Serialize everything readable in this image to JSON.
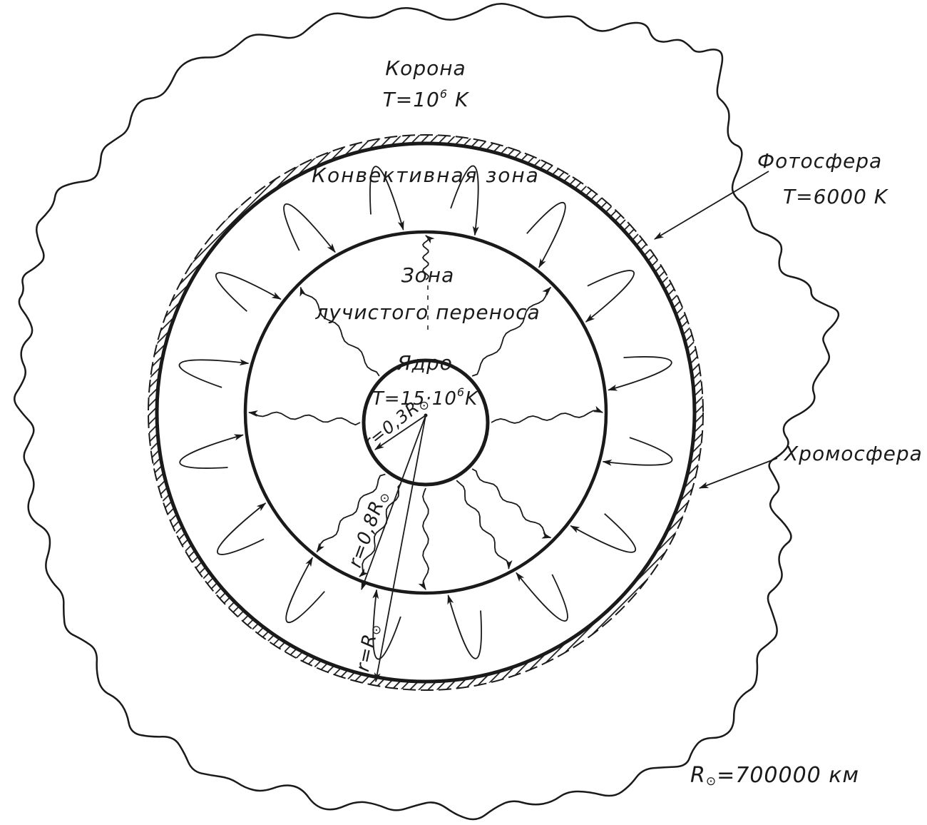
{
  "corona": {
    "name": "Корона",
    "temp_prefix": "T=10",
    "temp_exp": "6",
    "temp_unit": " K"
  },
  "photosphere": {
    "name": "Фотосфера",
    "temp": "T=6000 K"
  },
  "chromosphere": {
    "name": "Хромосфера"
  },
  "convective_zone": {
    "name": "Конвективная зона"
  },
  "radiative_zone": {
    "line1": "Зона",
    "line2": "лучистого переноса"
  },
  "core": {
    "name": "Ядро",
    "temp_prefix": "T=15·10",
    "temp_exp": "6",
    "temp_unit": "K"
  },
  "radius_core": {
    "prefix": "r=0,3R",
    "sub": "⊙"
  },
  "radius_radiative": {
    "prefix": "r=0,8R",
    "sub": "⊙"
  },
  "radius_sun": {
    "prefix": "r=R",
    "sub": "⊙"
  },
  "solar_radius": {
    "symbol": "R",
    "sub": "⊙",
    "value": "=700000 км"
  },
  "colors": {
    "ink": "#1a1a1a",
    "background": "#ffffff"
  }
}
